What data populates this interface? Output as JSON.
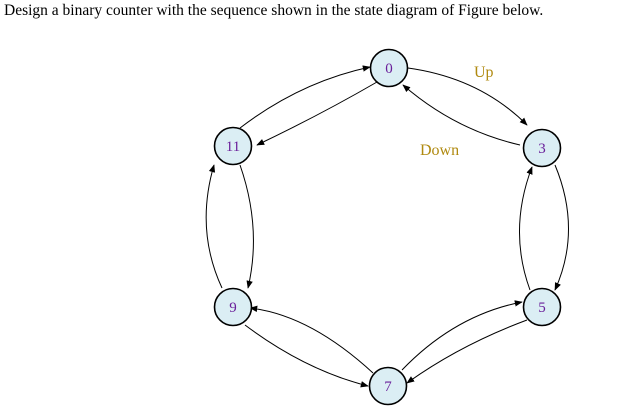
{
  "heading": "Design a binary counter with the sequence shown in the state diagram of Figure below.",
  "diagram": {
    "states": [
      "0",
      "3",
      "5",
      "7",
      "9",
      "11"
    ],
    "labels": {
      "up": "Up",
      "down": "Down"
    },
    "colors": {
      "node_fill": "#dbeef4",
      "node_stroke": "#000000",
      "state_text": "#6a1f9a",
      "direction_text": "#b08a10"
    }
  }
}
